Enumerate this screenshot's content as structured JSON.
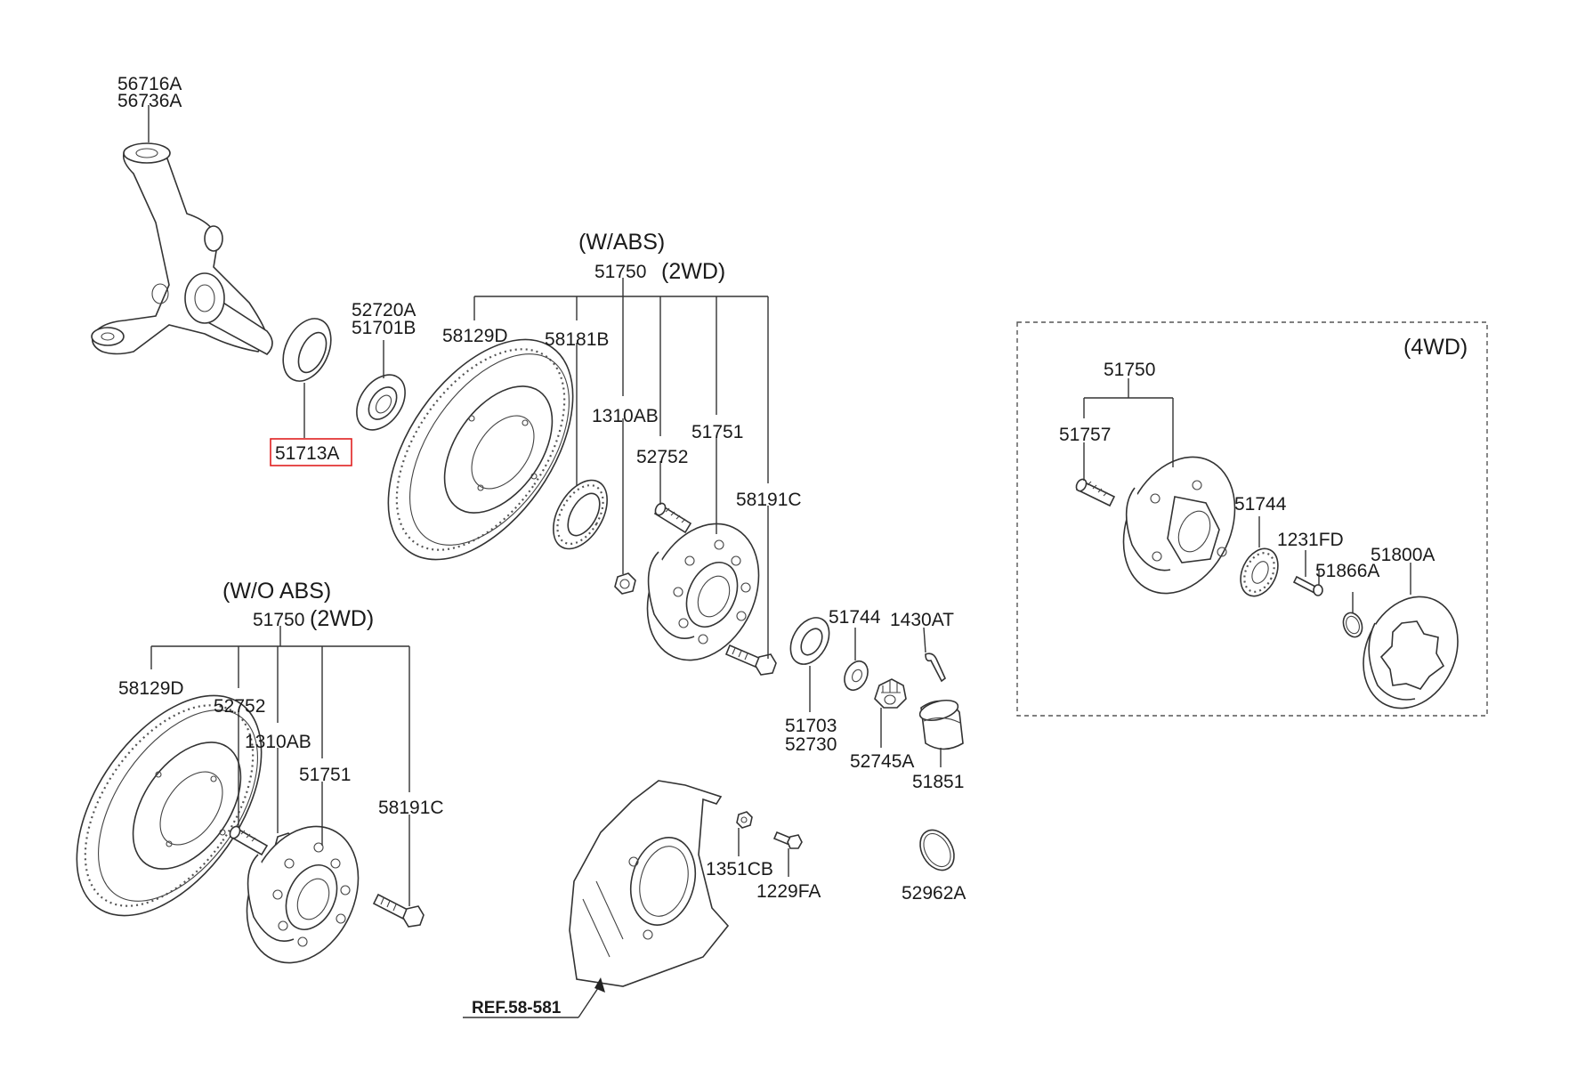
{
  "headers": {
    "w_abs": "(W/ABS)",
    "two_wd_top": "(2WD)",
    "wo_abs": "(W/O ABS)",
    "two_wd_bottom": "(2WD)",
    "four_wd": "(4WD)"
  },
  "labels": {
    "p56716A": "56716A",
    "p56736A": "56736A",
    "p51713A": "51713A",
    "p52720A": "52720A",
    "p51701B": "51701B",
    "p58129D_top": "58129D",
    "p58181B": "58181B",
    "p51750_top": "51750",
    "p1310AB_top": "1310AB",
    "p52752_top": "52752",
    "p51751_top": "51751",
    "p58191C_top": "58191C",
    "p51750_bottom": "51750",
    "p58129D_bottom": "58129D",
    "p52752_bottom": "52752",
    "p1310AB_bottom": "1310AB",
    "p51751_bottom": "51751",
    "p58191C_bottom": "58191C",
    "p51744_mid": "51744",
    "p1430AT": "1430AT",
    "p51703": "51703",
    "p52730": "52730",
    "p52745A": "52745A",
    "p51851": "51851",
    "p1351CB": "1351CB",
    "p1229FA": "1229FA",
    "p52962A": "52962A",
    "ref": "REF.58-581",
    "p51750_4wd": "51750",
    "p51757": "51757",
    "p51744_4wd": "51744",
    "p1231FD": "1231FD",
    "p51866A": "51866A",
    "p51800A": "51800A"
  },
  "highlight_color": "#e02020"
}
